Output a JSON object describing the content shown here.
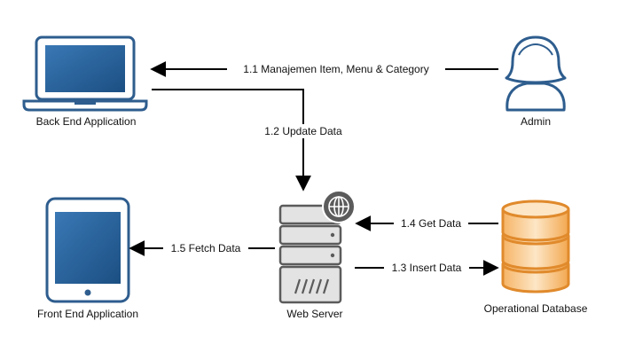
{
  "nodes": {
    "backend": {
      "label": "Back End Application",
      "icon": "laptop-icon"
    },
    "admin": {
      "label": "Admin",
      "icon": "user-icon"
    },
    "frontend": {
      "label": "Front End Application",
      "icon": "tablet-icon"
    },
    "webserver": {
      "label": "Web Server",
      "icon": "server-icon",
      "badge_icon": "globe-icon"
    },
    "database": {
      "label": "Operational Database",
      "icon": "database-icon"
    }
  },
  "edges": {
    "manage": {
      "label": "1.1 Manajemen Item, Menu & Category",
      "from": "Admin",
      "to": "Back End Application"
    },
    "update": {
      "label": "1.2 Update Data",
      "from": "Back End Application",
      "to": "Web Server"
    },
    "insert": {
      "label": "1.3 Insert Data",
      "from": "Web Server",
      "to": "Operational Database"
    },
    "get": {
      "label": "1.4 Get Data",
      "from": "Operational Database",
      "to": "Web Server"
    },
    "fetch": {
      "label": "1.5 Fetch Data",
      "from": "Web Server",
      "to": "Front End Application"
    }
  },
  "colors": {
    "device_blue": "#2e5d8e",
    "screen_blue": "#1e5f96",
    "server_gray": "#5b5b5b",
    "server_fill": "#d9d9d9",
    "db_orange": "#e08a2c",
    "db_fill": "#fbe3c8",
    "arrow": "#000000"
  }
}
